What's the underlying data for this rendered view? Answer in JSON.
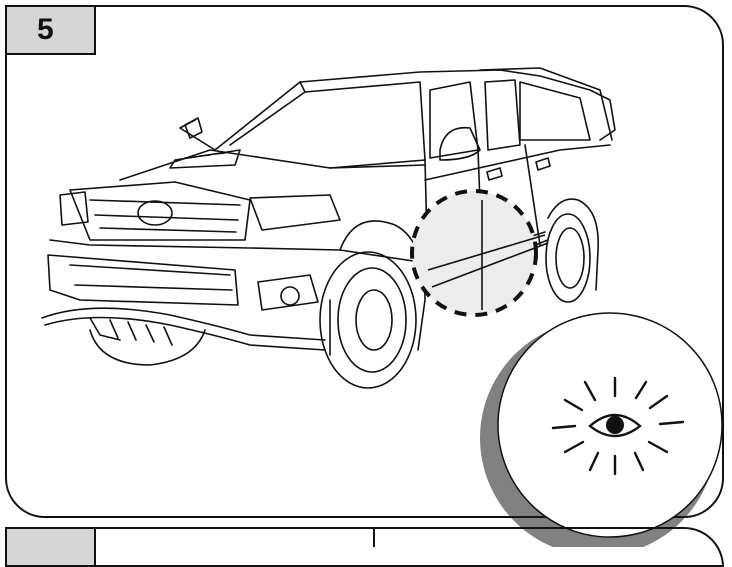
{
  "step": {
    "number": "5"
  },
  "figure": {
    "subject_icon": "pickup-truck-illustration",
    "highlight_icon": "dashed-circle",
    "inspect_icon": "eye-with-rays-icon"
  },
  "colors": {
    "line": "#111111",
    "step_box_fill": "#d6d6d6",
    "highlight_fill": "#e8e8e8",
    "background": "#ffffff"
  }
}
